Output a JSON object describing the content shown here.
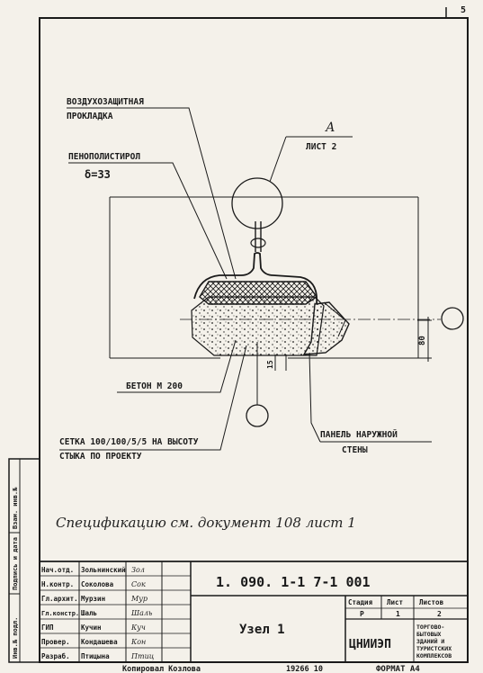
{
  "page_number": "5",
  "labels": {
    "vapor_barrier": [
      "ВОЗДУХОЗАЩИТНАЯ",
      "ПРОКЛАДКА"
    ],
    "foam": "ПЕНОПОЛИСТИРОЛ",
    "thickness": "δ=33",
    "callout_letter": "А",
    "callout_sheet": "ЛИСТ 2",
    "concrete": "БЕТОН М 200",
    "mesh": [
      "СЕТКА 100/100/5/5 НА ВЫСОТУ",
      "СТЫКА ПО ПРОЕКТУ"
    ],
    "panel": [
      "ПАНЕЛЬ НАРУЖНОЙ",
      "СТЕНЫ"
    ],
    "dim_80": "80",
    "dim_15": "15"
  },
  "specification_note": "Спецификацию см. документ 108 лист 1",
  "side_stamp": [
    "Инв.№ подл.",
    "Подпись и дата",
    "Взам. инв.№"
  ],
  "title_block": {
    "document_code": "1. 090. 1-1   7-1   001",
    "title": "Узел 1",
    "stage_header": "Стадия",
    "sheet_header": "Лист",
    "sheets_header": "Листов",
    "stage": "Р",
    "sheet": "1",
    "sheets": "2",
    "org": "ЦНИИЭП",
    "purpose": [
      "ТОРГОВО-",
      "БЫТОВЫХ",
      "ЗДАНИЙ И",
      "ТУРИСТСКИХ",
      "КОМПЛЕКСОВ"
    ],
    "roles": [
      {
        "role": "Нач.отд.",
        "name": "Зольнинский",
        "sign": "Зол"
      },
      {
        "role": "Н.контр.",
        "name": "Соколова",
        "sign": "Сок"
      },
      {
        "role": "Гл.архит.",
        "name": "Мурзин",
        "sign": "Мур"
      },
      {
        "role": "Гл.констр.",
        "name": "Шаль",
        "sign": "Шаль"
      },
      {
        "role": "ГИП",
        "name": "Кучин",
        "sign": "Куч"
      },
      {
        "role": "Провер.",
        "name": "Кондашева",
        "sign": "Кон"
      },
      {
        "role": "Разраб.",
        "name": "Птицына",
        "sign": "Птиц"
      }
    ]
  },
  "footer": {
    "copied": "Копировал   Козлова",
    "order": "19266   10",
    "format": "ФОРМАТ А4"
  }
}
